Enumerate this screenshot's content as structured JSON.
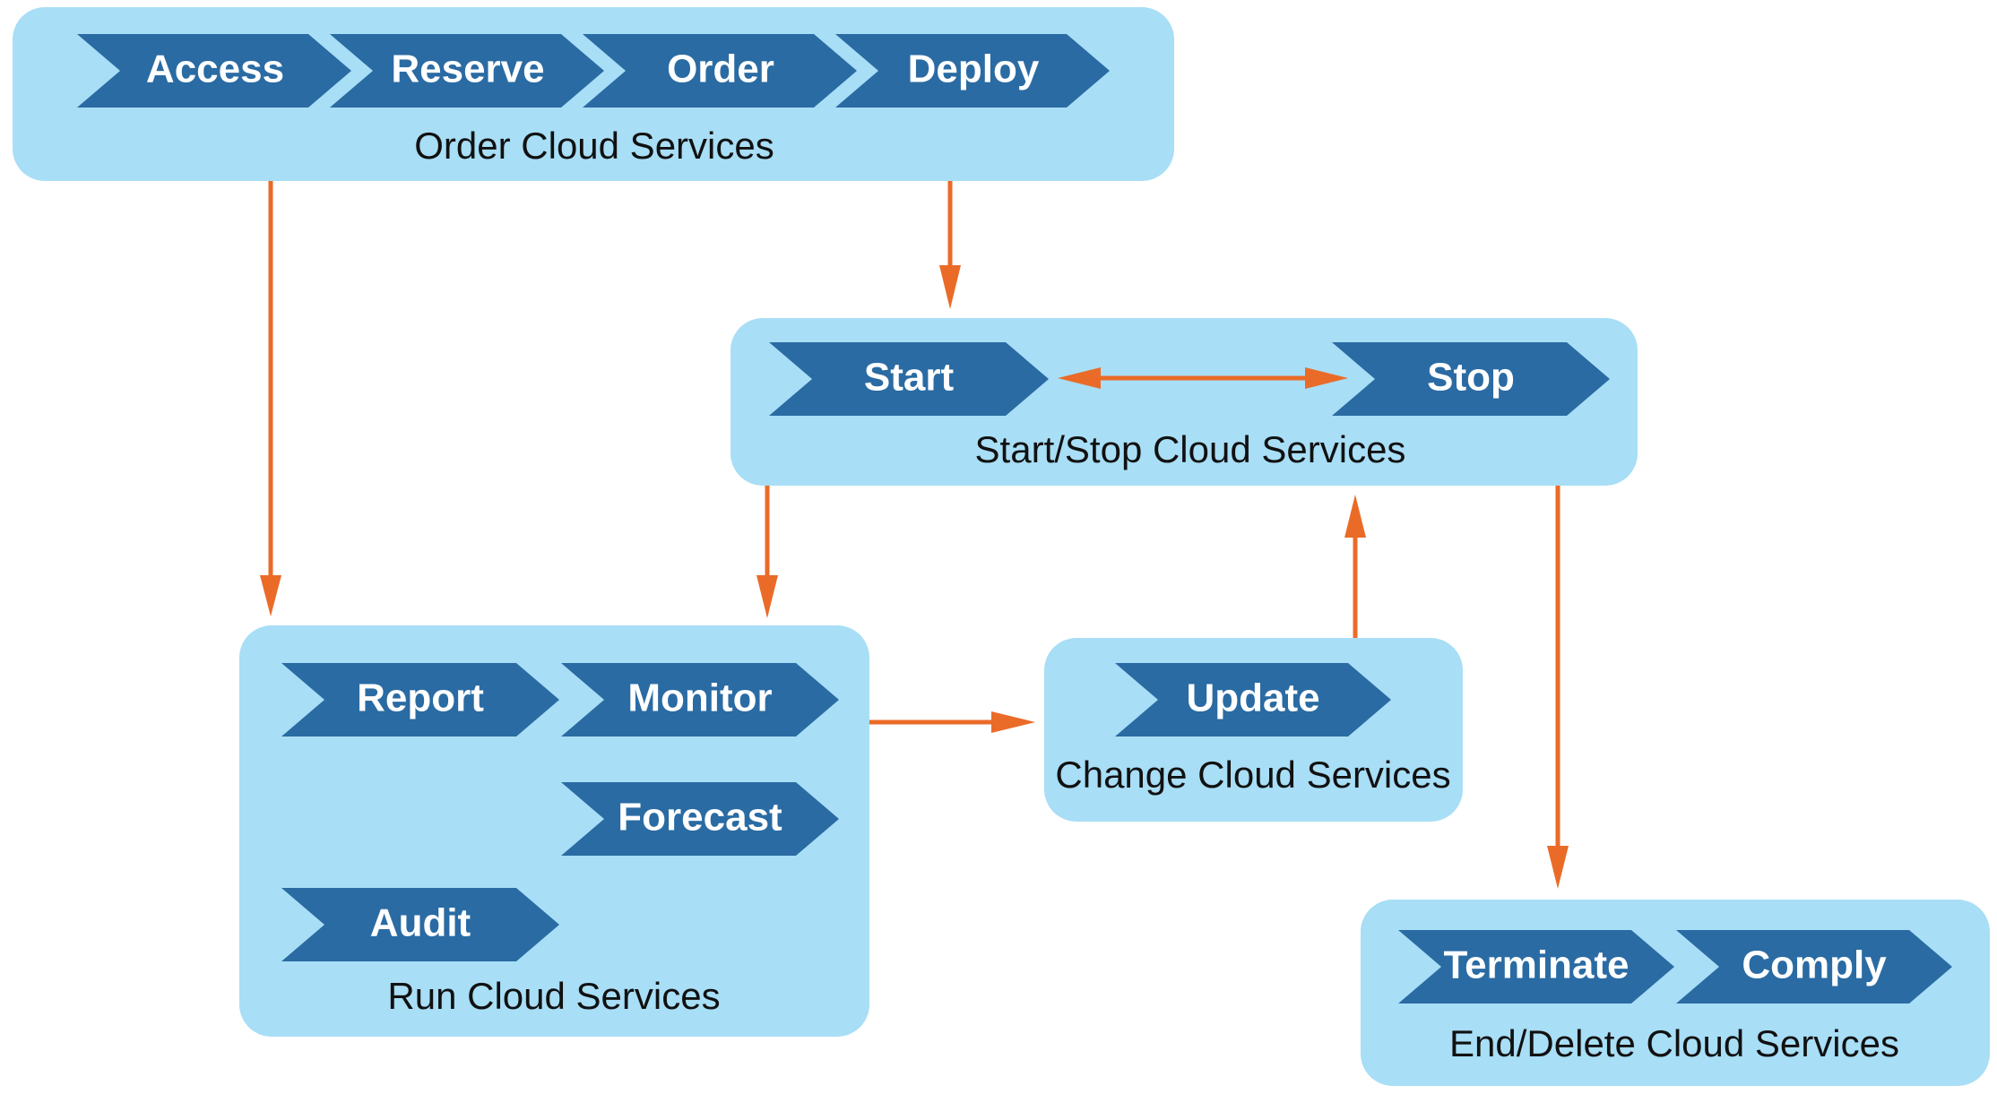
{
  "colors": {
    "group_fill": "#a8def6",
    "chevron_fill": "#2a6ba3",
    "chevron_text": "#ffffff",
    "arrow": "#ea6b28",
    "title_text": "#111111"
  },
  "groups": {
    "order": {
      "title": "Order Cloud Services",
      "steps": [
        "Access",
        "Reserve",
        "Order",
        "Deploy"
      ]
    },
    "start_stop": {
      "title": "Start/Stop Cloud Services",
      "steps": [
        "Start",
        "Stop"
      ]
    },
    "run": {
      "title": "Run Cloud Services",
      "steps": [
        "Report",
        "Monitor",
        "Forecast",
        "Audit"
      ]
    },
    "change": {
      "title": "Change Cloud Services",
      "steps": [
        "Update"
      ]
    },
    "end": {
      "title": "End/Delete Cloud Services",
      "steps": [
        "Terminate",
        "Comply"
      ]
    }
  },
  "connections": [
    {
      "from": "order",
      "to": "run"
    },
    {
      "from": "order",
      "to": "start_stop"
    },
    {
      "from": "start_stop",
      "to": "run"
    },
    {
      "from": "start_stop",
      "to": "end"
    },
    {
      "from": "run",
      "to": "change"
    },
    {
      "from": "change",
      "to": "start_stop"
    },
    {
      "from": "start",
      "to": "stop",
      "bidirectional": true
    }
  ]
}
